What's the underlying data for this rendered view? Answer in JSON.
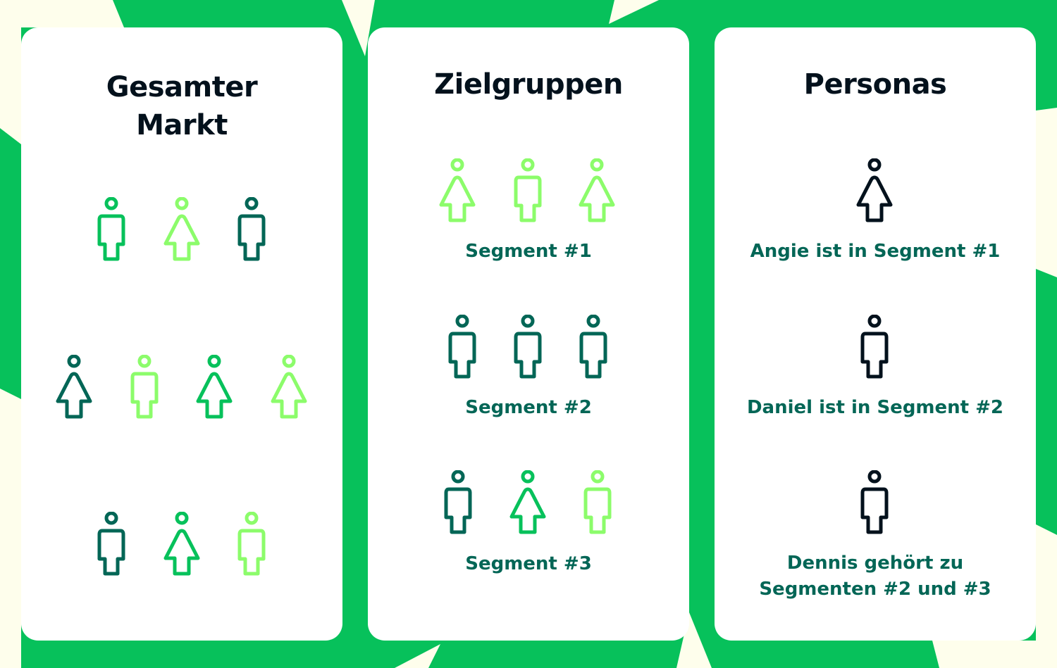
{
  "colors": {
    "background_green": "#07c15b",
    "background_cream": "#fefeec",
    "card": "#ffffff",
    "title_text": "#03111c",
    "label_text": "#036656",
    "figure_bright_green": "#07c15b",
    "figure_light_green": "#8cfc6b",
    "figure_dark_teal": "#036656",
    "figure_black": "#03111c"
  },
  "columns": [
    {
      "title_line1": "Gesamter",
      "title_line2": "Markt",
      "rows": [
        {
          "figures": [
            {
              "type": "male",
              "color": "bright-green"
            },
            {
              "type": "female",
              "color": "light-green"
            },
            {
              "type": "male",
              "color": "dark-teal"
            }
          ]
        },
        {
          "figures": [
            {
              "type": "female",
              "color": "dark-teal"
            },
            {
              "type": "male",
              "color": "light-green"
            },
            {
              "type": "female",
              "color": "bright-green"
            },
            {
              "type": "female",
              "color": "light-green"
            }
          ]
        },
        {
          "figures": [
            {
              "type": "male",
              "color": "dark-teal"
            },
            {
              "type": "female",
              "color": "bright-green"
            },
            {
              "type": "male",
              "color": "light-green"
            }
          ]
        }
      ]
    },
    {
      "title": "Zielgruppen",
      "segments": [
        {
          "label": "Segment #1",
          "figures": [
            {
              "type": "female",
              "color": "light-green"
            },
            {
              "type": "male",
              "color": "light-green"
            },
            {
              "type": "female",
              "color": "light-green"
            }
          ]
        },
        {
          "label": "Segment #2",
          "figures": [
            {
              "type": "male",
              "color": "dark-teal"
            },
            {
              "type": "male",
              "color": "dark-teal"
            },
            {
              "type": "male",
              "color": "dark-teal"
            }
          ]
        },
        {
          "label": "Segment #3",
          "figures": [
            {
              "type": "male",
              "color": "dark-teal"
            },
            {
              "type": "female",
              "color": "bright-green"
            },
            {
              "type": "male",
              "color": "light-green"
            }
          ]
        }
      ]
    },
    {
      "title": "Personas",
      "personas": [
        {
          "label": "Angie ist in Segment #1",
          "figure": {
            "type": "female",
            "color": "black"
          }
        },
        {
          "label": "Daniel ist in Segment #2",
          "figure": {
            "type": "male",
            "color": "black"
          }
        },
        {
          "label_line1": "Dennis gehört zu",
          "label_line2": "Segmenten #2 und #3",
          "figure": {
            "type": "male",
            "color": "black"
          }
        }
      ]
    }
  ]
}
